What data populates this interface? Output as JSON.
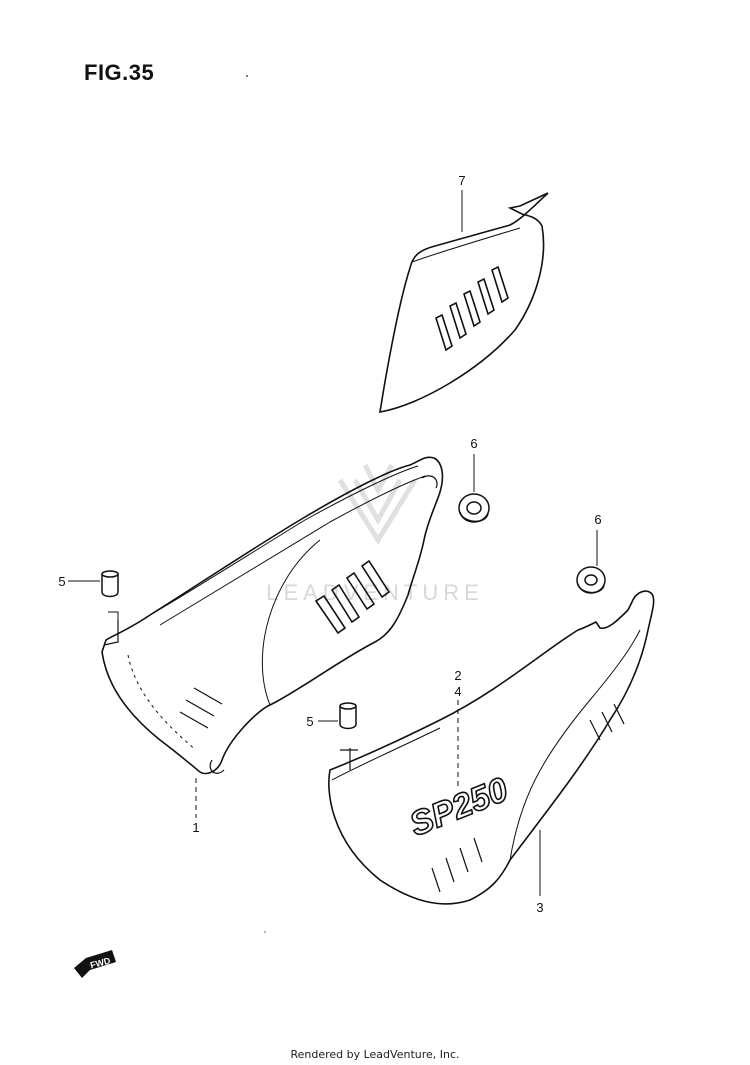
{
  "figure": {
    "title": "FIG.35"
  },
  "watermark": {
    "text": "LEADVENTURE"
  },
  "callouts": {
    "part_1": "1",
    "part_2": "2",
    "part_3": "3",
    "part_4": "4",
    "part_5a": "5",
    "part_5b": "5",
    "part_6a": "6",
    "part_6b": "6",
    "part_7": "7"
  },
  "emblem": {
    "text": "SP250"
  },
  "direction_badge": {
    "text": "FWD"
  },
  "footer": {
    "text": "Rendered by LeadVenture, Inc."
  },
  "colors": {
    "ink": "#111111",
    "watermark": "#d8d8d8",
    "background": "#ffffff"
  }
}
